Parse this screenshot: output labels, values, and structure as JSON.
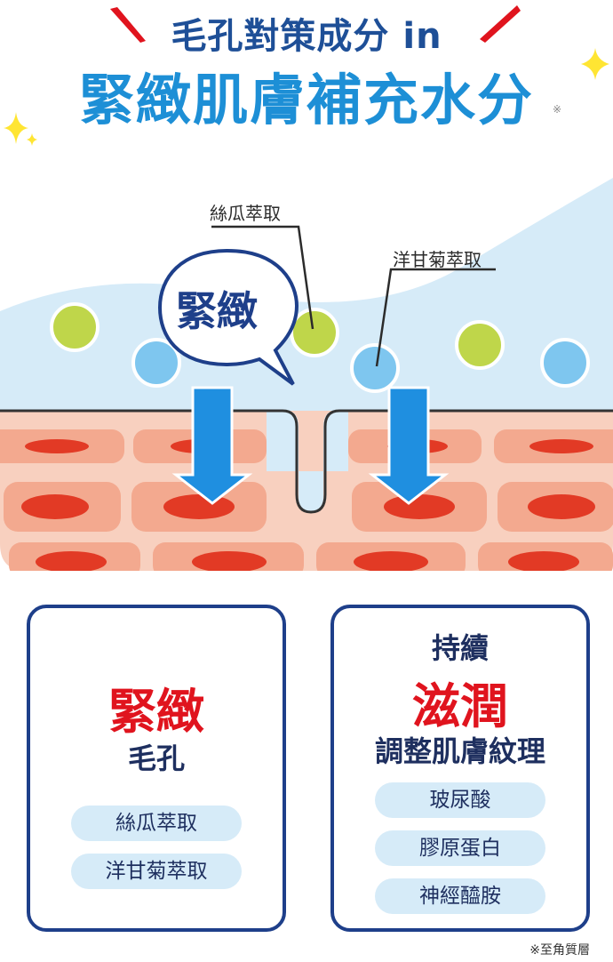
{
  "header": {
    "line1": "毛孔對策成分 in",
    "line2": "緊緻肌膚補充水分",
    "line2_mark": "※"
  },
  "diagram": {
    "label_left": "絲瓜萃取",
    "label_right": "洋甘菊萃取",
    "bubble": "緊緻"
  },
  "panel_left": {
    "title_red": "緊緻",
    "subtitle": "毛孔",
    "pills": [
      "絲瓜萃取",
      "洋甘菊萃取"
    ]
  },
  "panel_right": {
    "pre_title": "持續",
    "title_red": "滋潤",
    "subtitle": "調整肌膚紋理",
    "pills": [
      "玻尿酸",
      "膠原蛋白",
      "神經醯胺"
    ]
  },
  "footnote": "※至角質層",
  "colors": {
    "navy": "#1e3f8a",
    "blue_title": "#1d8fd6",
    "red": "#e0141e",
    "arrow_blue": "#1f8fe0",
    "water": "#d6ebf8",
    "skin": "#f3a98f",
    "skin_light": "#f8d0bf",
    "nucleus": "#e23a25",
    "green_dot": "#bfd64a",
    "blue_dot": "#7ec6ef"
  },
  "icons": [
    "sparkle-icon",
    "accent-slash-icon"
  ]
}
